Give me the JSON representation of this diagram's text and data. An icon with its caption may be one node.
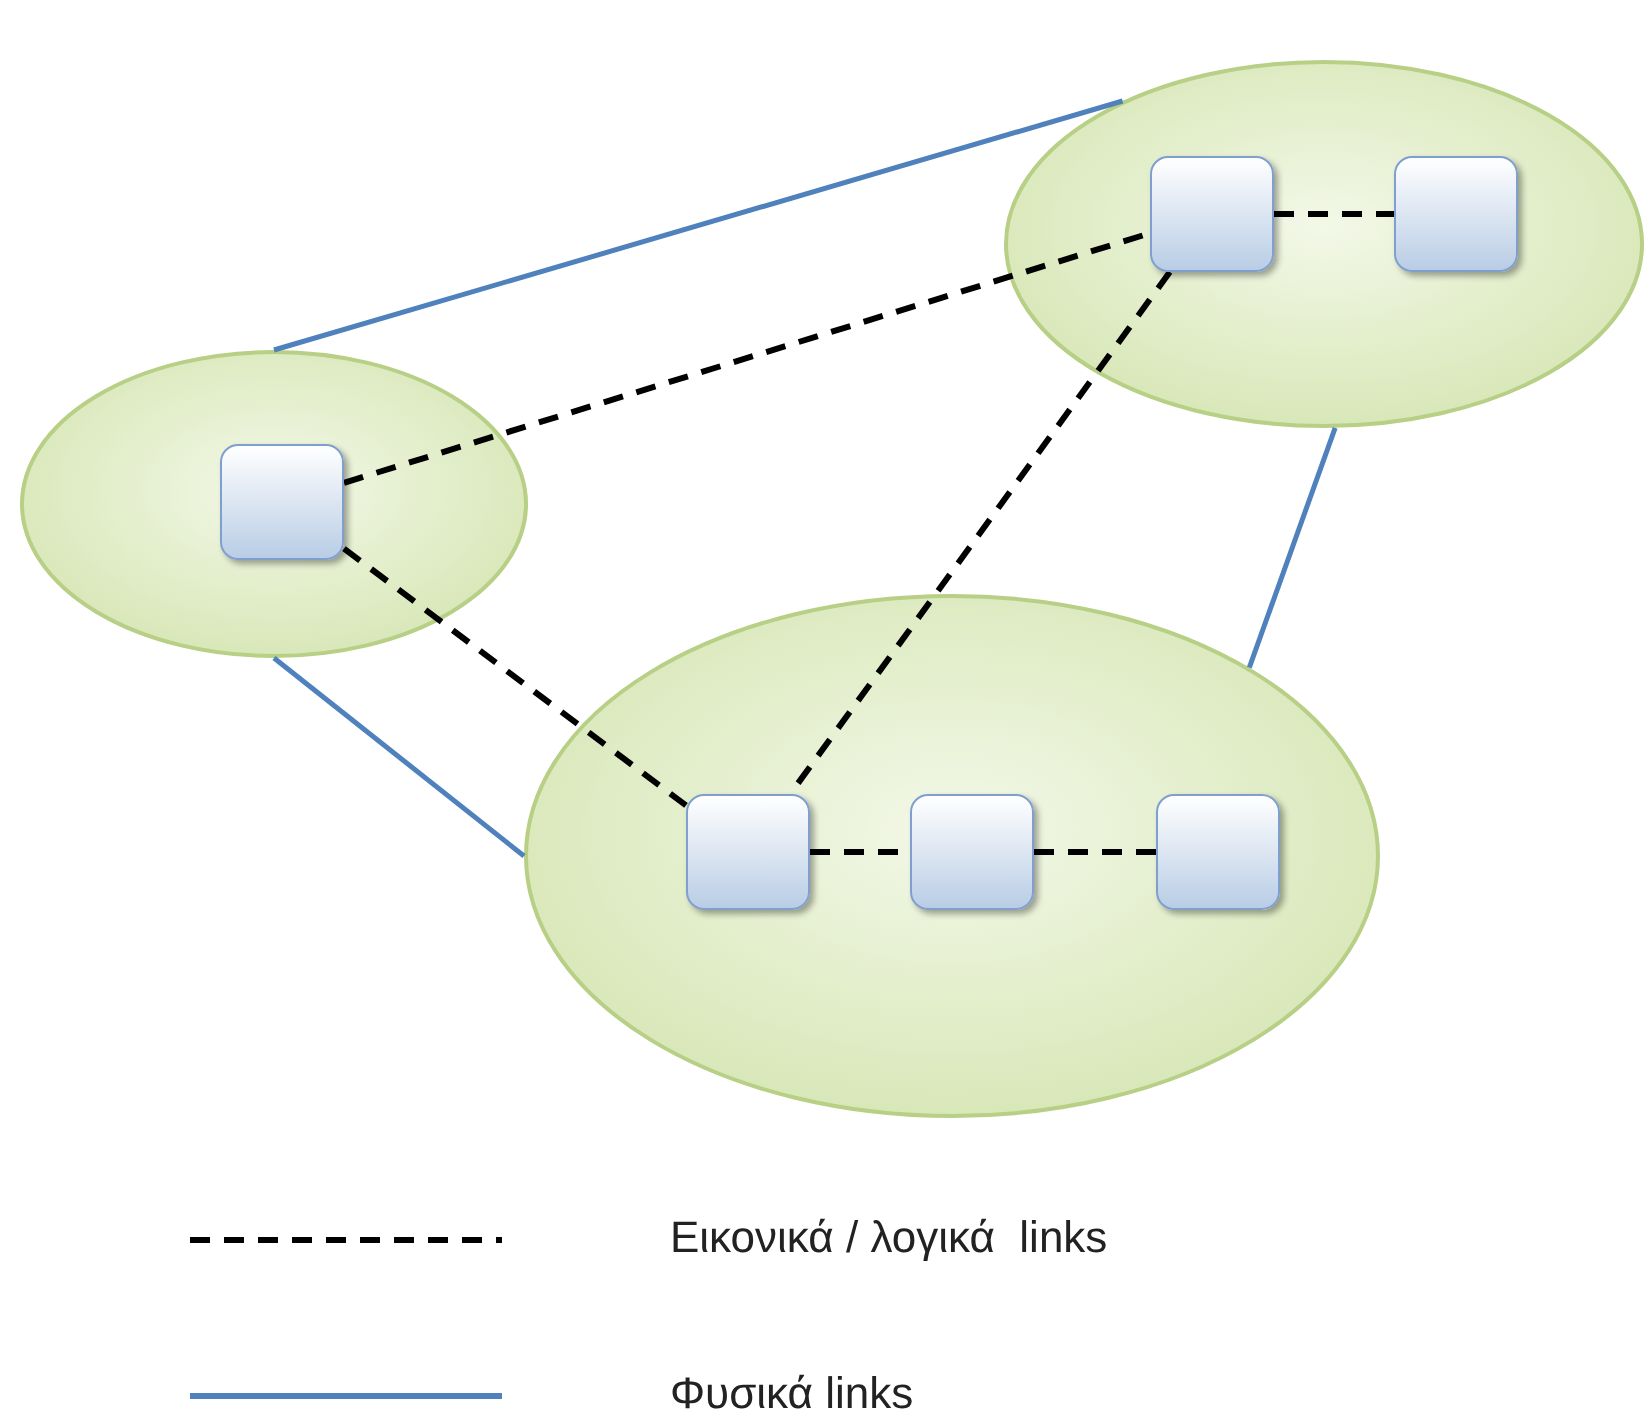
{
  "diagram": {
    "nodes": [
      {
        "text": [],
        "shape": "ellipse"
      },
      {
        "text": [],
        "shape": "box",
        "in": 0
      },
      {
        "text": [],
        "shape": "box",
        "in": 0
      },
      {
        "text": [],
        "shape": "ellipse"
      },
      {
        "text": [],
        "shape": "box",
        "in": 3
      },
      {
        "text": [],
        "shape": "ellipse"
      },
      {
        "text": [],
        "shape": "box",
        "in": 5
      },
      {
        "text": [],
        "shape": "box",
        "in": 5
      },
      {
        "text": [],
        "shape": "box",
        "in": 5
      }
    ],
    "edges": [
      {
        "from": 3,
        "to": 0,
        "arrow": "none",
        "color": "#4f81bd"
      },
      {
        "from": 4,
        "to": 1,
        "arrow": "none",
        "style": "dashed"
      },
      {
        "from": 1,
        "to": 2,
        "arrow": "none",
        "style": "dashed"
      },
      {
        "from": 1,
        "to": 6,
        "arrow": "none",
        "style": "dashed"
      },
      {
        "from": 0,
        "to": 5,
        "arrow": "none",
        "color": "#4f81bd"
      },
      {
        "from": 4,
        "to": 6,
        "arrow": "none",
        "style": "dashed"
      },
      {
        "from": 3,
        "to": 5,
        "arrow": "none",
        "color": "#4f81bd"
      },
      {
        "from": 6,
        "to": 7,
        "arrow": "none",
        "style": "dashed"
      },
      {
        "from": 7,
        "to": 8,
        "arrow": "none",
        "style": "dashed"
      }
    ],
    "legend": [
      {
        "text": "Εικονικά / λογικά  links"
      },
      {
        "text": "Φυσικά links"
      }
    ]
  }
}
